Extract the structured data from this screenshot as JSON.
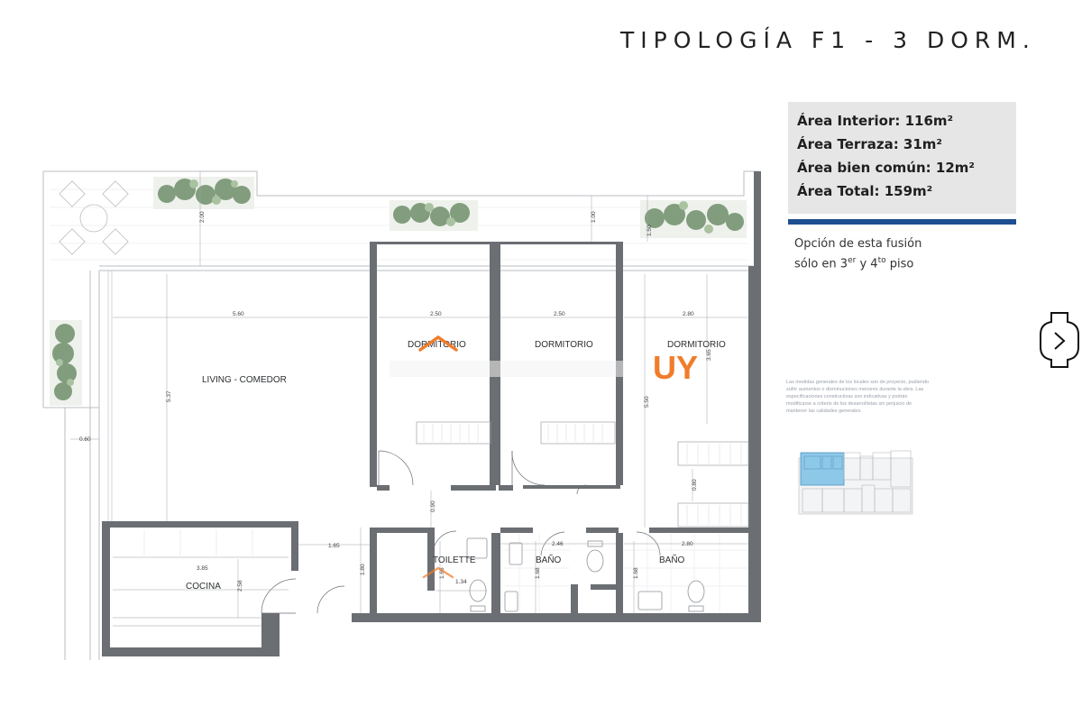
{
  "header": {
    "title": "TIPOLOGÍA F1 - 3 DORM."
  },
  "areas": {
    "interior": "Área Interior: 116m²",
    "terraza": "Área Terraza: 31m²",
    "bien_comun": "Área bien común: 12m²",
    "total": "Área Total: 159m²",
    "accent_color": "#1d4f91"
  },
  "note": {
    "line1": "Opción de esta fusión",
    "line2_a": "sólo en 3",
    "line2_sup1": "er",
    "line2_b": " y 4",
    "line2_sup2": "to",
    "line2_c": " piso"
  },
  "disclaimer": "Las medidas generales de los locales son de proyecto, pudiendo sufrir aumentos o disminuciones menores durante la obra. Las especificaciones constructivas son indicativas y podrán modificarse a criterio de los desarrollistas sin perjuicio de mantener las calidades generales.",
  "watermark": {
    "text": "UY",
    "color": "#f07d2b"
  },
  "plan": {
    "rooms": {
      "living": "LIVING - COMEDOR",
      "cocina": "COCINA",
      "dormitorio1": "DORMITORIO",
      "dormitorio2": "DORMITORIO",
      "dormitorio3": "DORMITORIO",
      "toilette": "TOILETTE",
      "bano1": "BAÑO",
      "bano2": "BAÑO"
    },
    "dimensions": {
      "terrace_depth": "2.00",
      "terrace_depth2": "1.00",
      "terrace_depth3": "1.50",
      "living_width": "5.60",
      "living_depth": "5.37",
      "dorm1_width": "2.50",
      "dorm2_width": "2.50",
      "dorm3_width": "2.80",
      "dorm3_depth": "3.65",
      "dorm3_depth2": "5.50",
      "closet_depth": "0.80",
      "left_margin": "0.60",
      "cocina_width": "3.85",
      "cocina_depth": "2.58",
      "passage_width": "1.65",
      "passage_depth": "1.80",
      "hall_width": "0.90",
      "toilette_depth": "1.66",
      "toilette_width": "1.34",
      "bano1_width": "2.46",
      "bano1_depth": "1.68",
      "bano2_width": "2.80",
      "bano2_depth": "1.68"
    }
  },
  "navigation": {
    "next_icon": "chevron-right-icon"
  }
}
